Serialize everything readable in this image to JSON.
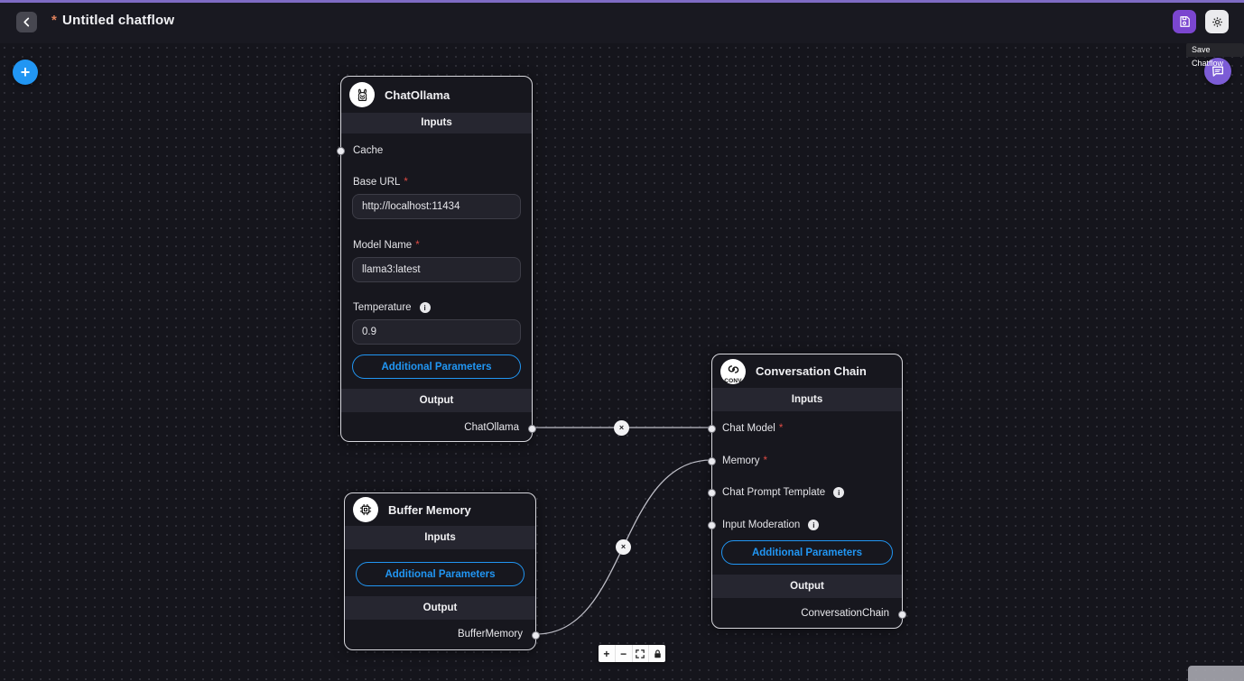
{
  "ui": {
    "required_marker": "*",
    "info_glyph": "i",
    "edge_delete_glyph": "×",
    "colors": {
      "accent_purple": "#7b46cf",
      "accent_blue": "#2196f3",
      "required_red": "#e04b44",
      "topline_purple": "#7e6bc4",
      "add_button_blue": "#2196f3"
    }
  },
  "topbar": {
    "dirty_marker": "*",
    "title": "Untitled chatflow",
    "save_tooltip": "Save Chatflow"
  },
  "nodes": {
    "chatollama": {
      "title": "ChatOllama",
      "inputs_header": "Inputs",
      "output_header": "Output",
      "cache_label": "Cache",
      "base_url_label": "Base URL",
      "base_url_value": "http://localhost:11434",
      "model_name_label": "Model Name",
      "model_name_value": "llama3:latest",
      "temperature_label": "Temperature",
      "temperature_value": "0.9",
      "additional_params_label": "Additional Parameters",
      "output_anchor": "ChatOllama"
    },
    "buffermemory": {
      "title": "Buffer Memory",
      "inputs_header": "Inputs",
      "output_header": "Output",
      "additional_params_label": "Additional Parameters",
      "output_anchor": "BufferMemory"
    },
    "conversationchain": {
      "title": "Conversation Chain",
      "icon_text": "CONV",
      "inputs_header": "Inputs",
      "output_header": "Output",
      "chat_model_label": "Chat Model",
      "memory_label": "Memory",
      "chat_prompt_template_label": "Chat Prompt Template",
      "input_moderation_label": "Input Moderation",
      "additional_params_label": "Additional Parameters",
      "output_anchor": "ConversationChain"
    }
  },
  "controls": {
    "zoom_in": "+",
    "zoom_out": "−"
  }
}
